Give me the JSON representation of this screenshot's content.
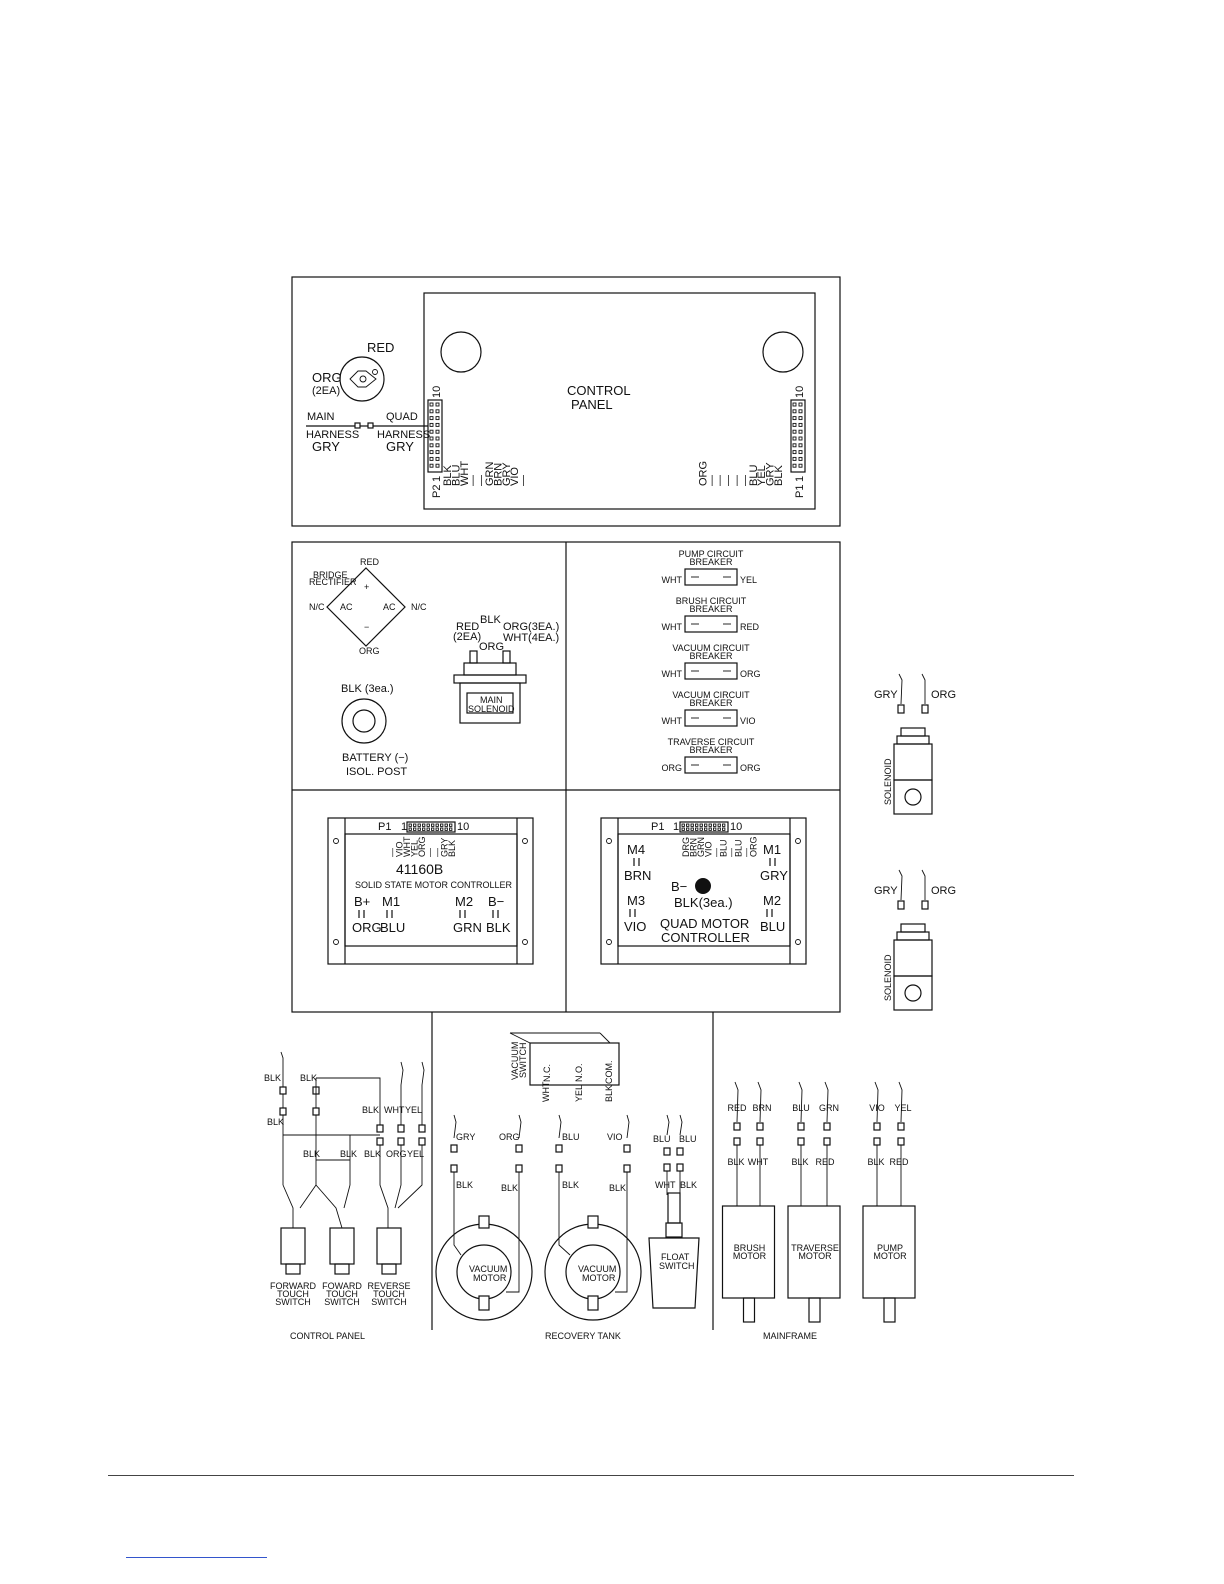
{
  "control_panel_box": {
    "title_line1": "CONTROL",
    "title_line2": "PANEL",
    "key_switch": {
      "red": "RED",
      "org": "ORG",
      "org_qty": "(2EA)"
    },
    "main_harness": {
      "l1": "MAIN",
      "l2": "HARNESS",
      "l3": "GRY"
    },
    "quad_harness": {
      "l1": "QUAD",
      "l2": "HARNESS",
      "l3": "GRY"
    },
    "p2": {
      "label": "P2",
      "pin1": "1",
      "pin10": "10",
      "wires": [
        "BLK",
        "BLU",
        "WHT",
        "—",
        "—",
        "GRN",
        "BRN",
        "GRY",
        "VIO",
        "—"
      ]
    },
    "p1": {
      "label": "P1",
      "pin1": "1",
      "pin10": "10",
      "wires": [
        "BLK",
        "GRY",
        "YEL",
        "BLU",
        "—",
        "—",
        "—",
        "—",
        "—",
        "ORG"
      ]
    }
  },
  "rectifier_panel": {
    "bridge_l1": "BRIDGE",
    "bridge_l2": "RECTIFIER",
    "red": "RED",
    "org": "ORG",
    "nc": "N/C",
    "ac": "AC",
    "plus": "+",
    "minus": "−",
    "solenoid": {
      "blk": "BLK",
      "red": "RED",
      "red_qty": "(2EA)",
      "org3": "ORG(3EA.)",
      "wht4": "WHT(4EA.)",
      "org": "ORG",
      "main": "MAIN",
      "solenoid": "SOLENOID"
    },
    "battery": {
      "blk": "BLK (3ea.)",
      "l1": "BATTERY (−)",
      "l2": "ISOL. POST"
    }
  },
  "breakers": [
    {
      "l1": "PUMP CIRCUIT",
      "l2": "BREAKER",
      "left": "WHT",
      "right": "YEL"
    },
    {
      "l1": "BRUSH CIRCUIT",
      "l2": "BREAKER",
      "left": "WHT",
      "right": "RED"
    },
    {
      "l1": "VACUUM CIRCUIT",
      "l2": "BREAKER",
      "left": "WHT",
      "right": "ORG"
    },
    {
      "l1": "VACUUM CIRCUIT",
      "l2": "BREAKER",
      "left": "WHT",
      "right": "VIO"
    },
    {
      "l1": "TRAVERSE CIRCUIT",
      "l2": "BREAKER",
      "left": "ORG",
      "right": "ORG"
    }
  ],
  "solenoids_right": [
    {
      "left": "GRY",
      "right": "ORG",
      "label": "SOLENOID"
    },
    {
      "left": "GRY",
      "right": "ORG",
      "label": "SOLENOID"
    }
  ],
  "solid_state_controller": {
    "p1": "P1",
    "pin1": "1",
    "pin10": "10",
    "wires": [
      "—",
      "VIO",
      "WHT",
      "YEL",
      "ORG",
      "—",
      "—",
      "GRY",
      "BLK"
    ],
    "model": "41160B",
    "name": "SOLID STATE MOTOR CONTROLLER",
    "terminals": [
      {
        "t": "B+",
        "c": "ORG"
      },
      {
        "t": "M1",
        "c": "BLU"
      },
      {
        "t": "M2",
        "c": "GRN"
      },
      {
        "t": "B−",
        "c": "BLK"
      }
    ]
  },
  "quad_controller": {
    "p1": "P1",
    "pin1": "1",
    "pin10": "10",
    "wires": [
      "DRG",
      "BRN",
      "GRN",
      "VIO",
      "—",
      "BLU",
      "—",
      "BLU",
      "—",
      "ORG"
    ],
    "m4": "M4",
    "m4c": "BRN",
    "m1": "M1",
    "m1c": "GRY",
    "bminus": "B−",
    "blk": "BLK(3ea.)",
    "m3": "M3",
    "m3c": "VIO",
    "m2": "M2",
    "m2c": "BLU",
    "name_l1": "QUAD MOTOR",
    "name_l2": "CONTROLLER"
  },
  "bottom_control_panel": {
    "caption": "CONTROL PANEL",
    "labels": {
      "blk": "BLK",
      "wht": "WHT",
      "yel": "YEL",
      "org": "ORG"
    },
    "switches": [
      {
        "l1": "FORWARD",
        "l2": "TOUCH",
        "l3": "SWITCH"
      },
      {
        "l1": "FOWARD",
        "l2": "TOUCH",
        "l3": "SWITCH"
      },
      {
        "l1": "REVERSE",
        "l2": "TOUCH",
        "l3": "SWITCH"
      }
    ]
  },
  "recovery_tank": {
    "caption": "RECOVERY TANK",
    "vacuum_switch": {
      "l1": "VACUUM",
      "l2": "SWITCH",
      "nc": "N.C.",
      "no": "N.O.",
      "com": "COM."
    },
    "vs_wires": {
      "wht": "WHT",
      "yel": "YEL",
      "blk": "BLK"
    },
    "motor1": {
      "l1": "VACUUM",
      "l2": "MOTOR",
      "top_left": "GRY",
      "top_right": "ORG",
      "bot_left": "BLK",
      "bot_right": "BLK"
    },
    "motor2": {
      "l1": "VACUUM",
      "l2": "MOTOR",
      "top_left": "BLU",
      "top_right": "VIO",
      "bot_left": "BLK",
      "bot_right": "BLK"
    },
    "float_switch": {
      "l1": "FLOAT",
      "l2": "SWITCH",
      "blu1": "BLU",
      "blu2": "BLU",
      "wht": "WHT",
      "blk": "BLK"
    }
  },
  "mainframe": {
    "caption": "MAINFRAME",
    "motors": [
      {
        "l1": "BRUSH",
        "l2": "MOTOR",
        "top_left": "RED",
        "top_right": "BRN",
        "bot_left": "BLK",
        "bot_right": "WHT"
      },
      {
        "l1": "TRAVERSE",
        "l2": "MOTOR",
        "top_left": "BLU",
        "top_right": "GRN",
        "bot_left": "BLK",
        "bot_right": "RED"
      },
      {
        "l1": "PUMP",
        "l2": "MOTOR",
        "top_left": "VIO",
        "top_right": "YEL",
        "bot_left": "BLK",
        "bot_right": "RED"
      }
    ]
  }
}
